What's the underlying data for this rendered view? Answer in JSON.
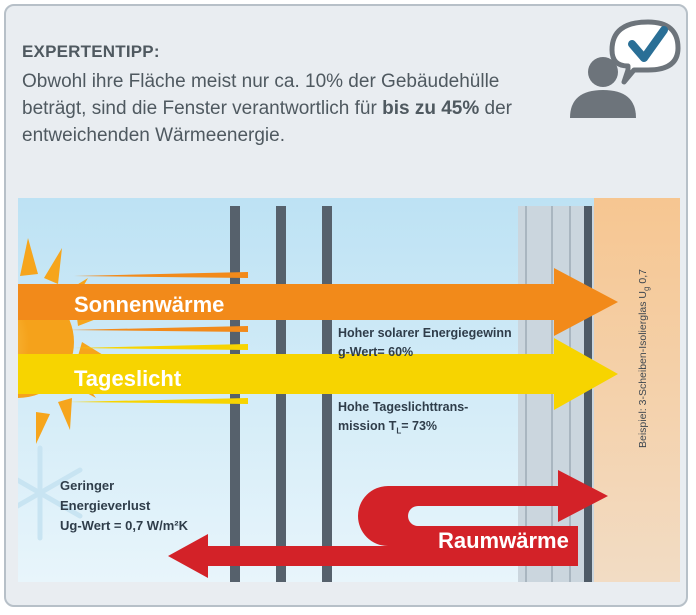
{
  "tip": {
    "title": "EXPERTENTIPP:",
    "text_before": "Obwohl ihre Fläche meist nur ca. 10% der Gebäudehülle beträgt, sind die Fenster verantwortlich für ",
    "text_bold": "bis zu 45%",
    "text_after": " der entweichenden Wärmeenergie."
  },
  "arrows": {
    "sun_label": "Sonnenwärme",
    "daylight_label": "Tageslicht",
    "room_label": "Raumwärme"
  },
  "notes": {
    "solar_line1": "Hoher solarer Energiegewinn",
    "solar_line2": "g-Wert= 60%",
    "light_line1": "Hohe Tageslichttrans-",
    "light_line2_pre": "mission T",
    "light_line2_sub": "L",
    "light_line2_post": "= 73%",
    "loss_line1": "Geringer",
    "loss_line2": "Energieverlust",
    "loss_line3": "Ug-Wert = 0,7 W/m²K"
  },
  "side_label": {
    "pre": "Beispiel: 3-Scheiben-Isolierglas U",
    "sub": "g",
    "post": " 0,7"
  },
  "colors": {
    "orange": "#f28a1a",
    "yellow": "#f7d400",
    "red": "#d32228",
    "icon_gray": "#6d747b",
    "check_blue": "#2a6f96"
  }
}
